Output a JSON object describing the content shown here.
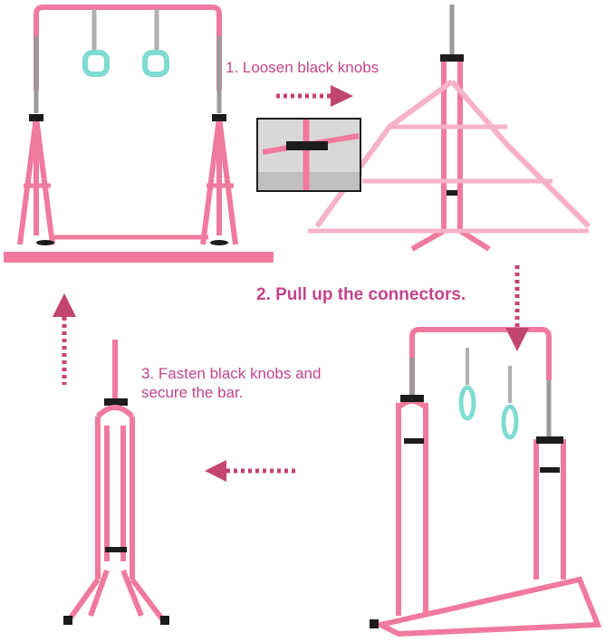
{
  "colors": {
    "frame_pink": "#f07a9e",
    "frame_pink_dark": "#d85f86",
    "frame_pink_light": "#f6b3c7",
    "arrow": "#c2456e",
    "text": "#c2458a",
    "chrome": "#9a9a9a",
    "ring": "#7fdcd2",
    "knob": "#1c1c1c"
  },
  "steps": {
    "step1": "1. Loosen black knobs",
    "step2": "2. Pull up the connectors.",
    "step3_line1": "3. Fasten black knobs and",
    "step3_line2": "secure the bar."
  },
  "icons": {
    "arrow_right": "dashed-arrow-right",
    "arrow_down": "dashed-arrow-down",
    "arrow_left": "dashed-arrow-left",
    "arrow_up": "dashed-arrow-up"
  }
}
